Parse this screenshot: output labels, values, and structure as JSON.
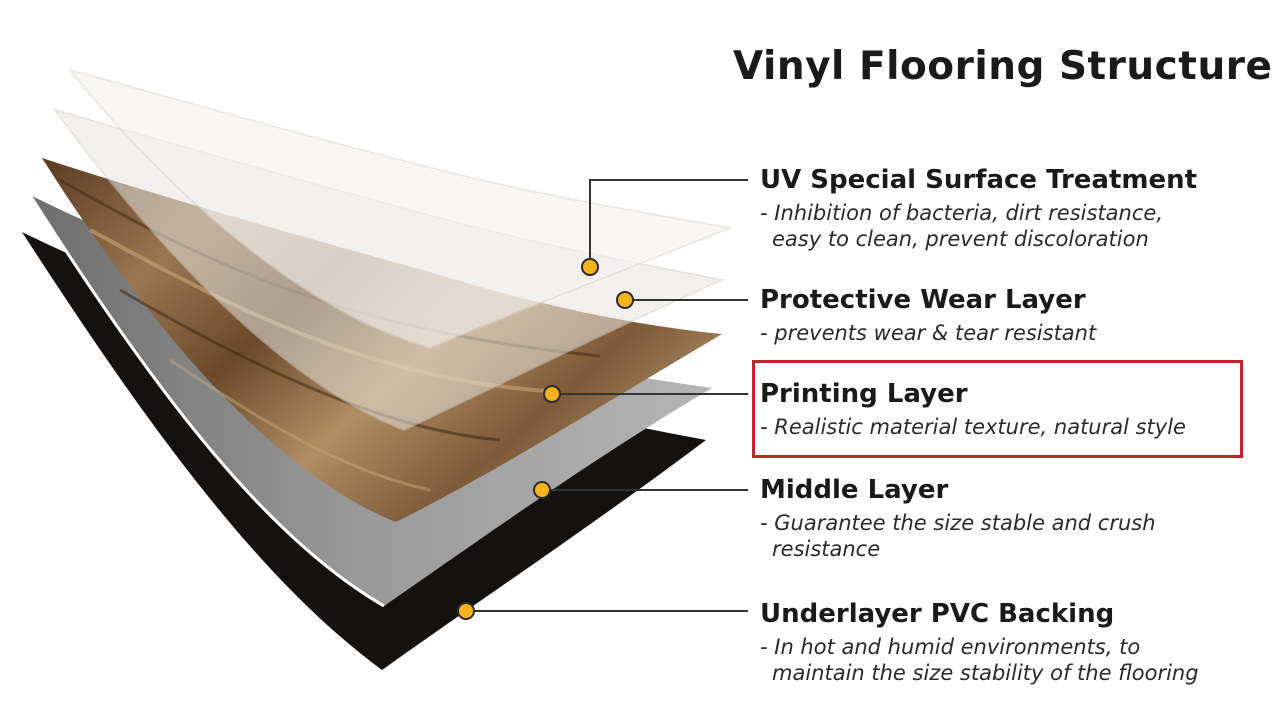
{
  "title": "Vinyl Flooring Structure",
  "colors": {
    "marker": "#f5b41e",
    "highlight": "#c0262b",
    "backing": "#141111",
    "middle": "#8a8a8a",
    "wood": "#7a5a3a"
  },
  "layers": [
    {
      "title": "UV Special Surface Treatment",
      "desc_line1": "- Inhibition of bacteria, dirt resistance,",
      "desc_line2": "easy to clean, prevent discoloration"
    },
    {
      "title": "Protective Wear Layer",
      "desc_line1": "- prevents wear & tear resistant",
      "desc_line2": ""
    },
    {
      "title": "Printing Layer",
      "desc_line1": "- Realistic material texture, natural style",
      "desc_line2": "",
      "highlighted": true
    },
    {
      "title": "Middle Layer",
      "desc_line1": "- Guarantee the size stable and crush",
      "desc_line2": "resistance"
    },
    {
      "title": "Underlayer PVC Backing",
      "desc_line1": "- In hot and humid environments, to",
      "desc_line2": "maintain the size stability of the flooring"
    }
  ]
}
